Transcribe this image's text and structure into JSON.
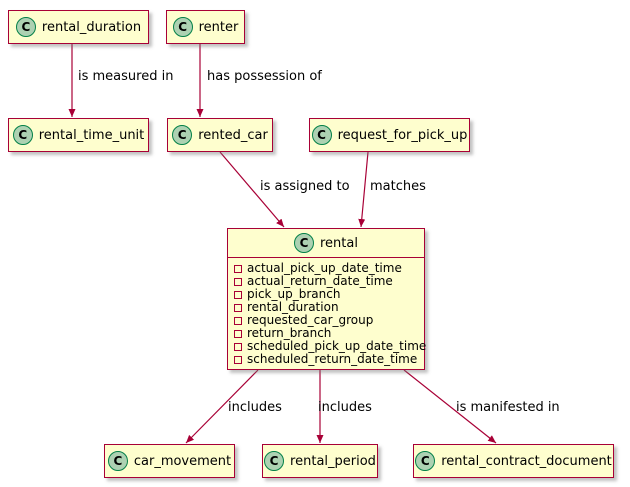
{
  "colors": {
    "box_fill": "#FEFECE",
    "border": "#A80036",
    "arrow": "#A80036",
    "spot_fill": "#ADD1B2",
    "background": "#FFFFFF"
  },
  "classes": {
    "rental_duration": {
      "stereotype": "C",
      "name": "rental_duration"
    },
    "renter": {
      "stereotype": "C",
      "name": "renter"
    },
    "rental_time_unit": {
      "stereotype": "C",
      "name": "rental_time_unit"
    },
    "rented_car": {
      "stereotype": "C",
      "name": "rented_car"
    },
    "request_for_pick_up": {
      "stereotype": "C",
      "name": "request_for_pick_up"
    },
    "rental": {
      "stereotype": "C",
      "name": "rental",
      "attributes": [
        "actual_pick_up_date_time",
        "actual_return_date_time",
        "pick_up_branch",
        "rental_duration",
        "requested_car_group",
        "return_branch",
        "scheduled_pick_up_date_time",
        "scheduled_return_date_time"
      ]
    },
    "car_movement": {
      "stereotype": "C",
      "name": "car_movement"
    },
    "rental_period": {
      "stereotype": "C",
      "name": "rental_period"
    },
    "rental_contract_document": {
      "stereotype": "C",
      "name": "rental_contract_document"
    }
  },
  "edges": [
    {
      "from": "rental_duration",
      "to": "rental_time_unit",
      "label": "is measured in"
    },
    {
      "from": "renter",
      "to": "rented_car",
      "label": "has possession of"
    },
    {
      "from": "rented_car",
      "to": "rental",
      "label": "is assigned to"
    },
    {
      "from": "request_for_pick_up",
      "to": "rental",
      "label": "matches"
    },
    {
      "from": "rental",
      "to": "car_movement",
      "label": "includes"
    },
    {
      "from": "rental",
      "to": "rental_period",
      "label": "includes"
    },
    {
      "from": "rental",
      "to": "rental_contract_document",
      "label": "is manifested in"
    }
  ]
}
